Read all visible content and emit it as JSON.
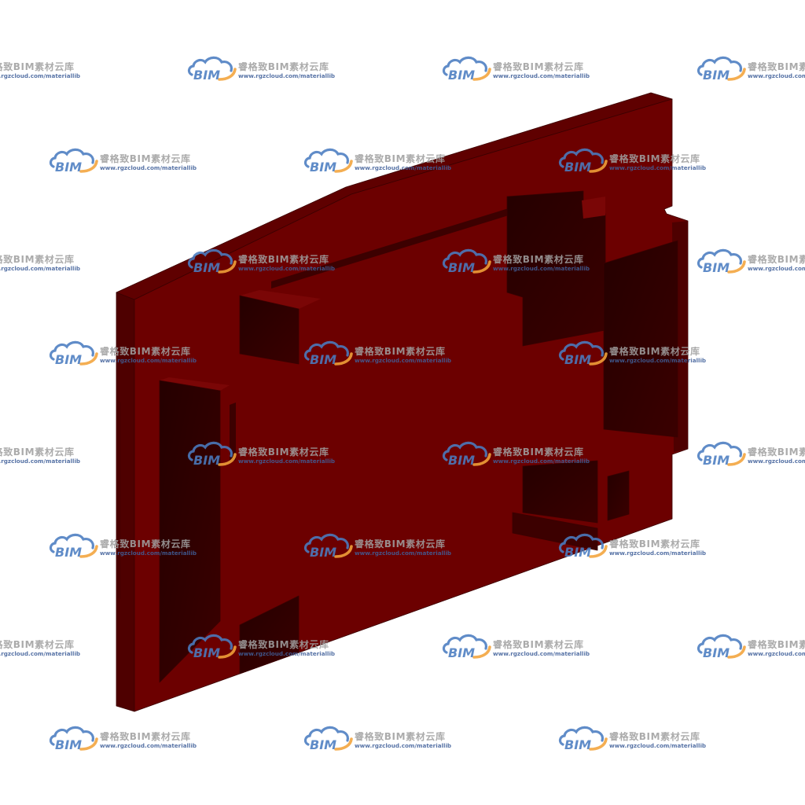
{
  "watermark": {
    "title": "睿格致BIM素材云库",
    "url": "www.rgzcloud.com/materiallib",
    "logo_text": "BIM"
  },
  "icons": {
    "logo": "bim-cloud-logo-icon"
  },
  "colors": {
    "background": "#ffffff",
    "panel_face": "#6c0000",
    "panel_face_light": "#7a0606",
    "panel_side": "#4e0000",
    "panel_top": "#5f0000",
    "panel_recess_dark": "#250000",
    "panel_recess_light": "#3a0000",
    "panel_recess_mid": "#3c0000",
    "panel_recess_soft": "#4a0000",
    "panel_edge": "#3a0000",
    "logo_blue": "#4b7dc1",
    "logo_orange": "#f3a33b",
    "watermark_title": "#a0a0a0",
    "watermark_url": "#40609a"
  }
}
